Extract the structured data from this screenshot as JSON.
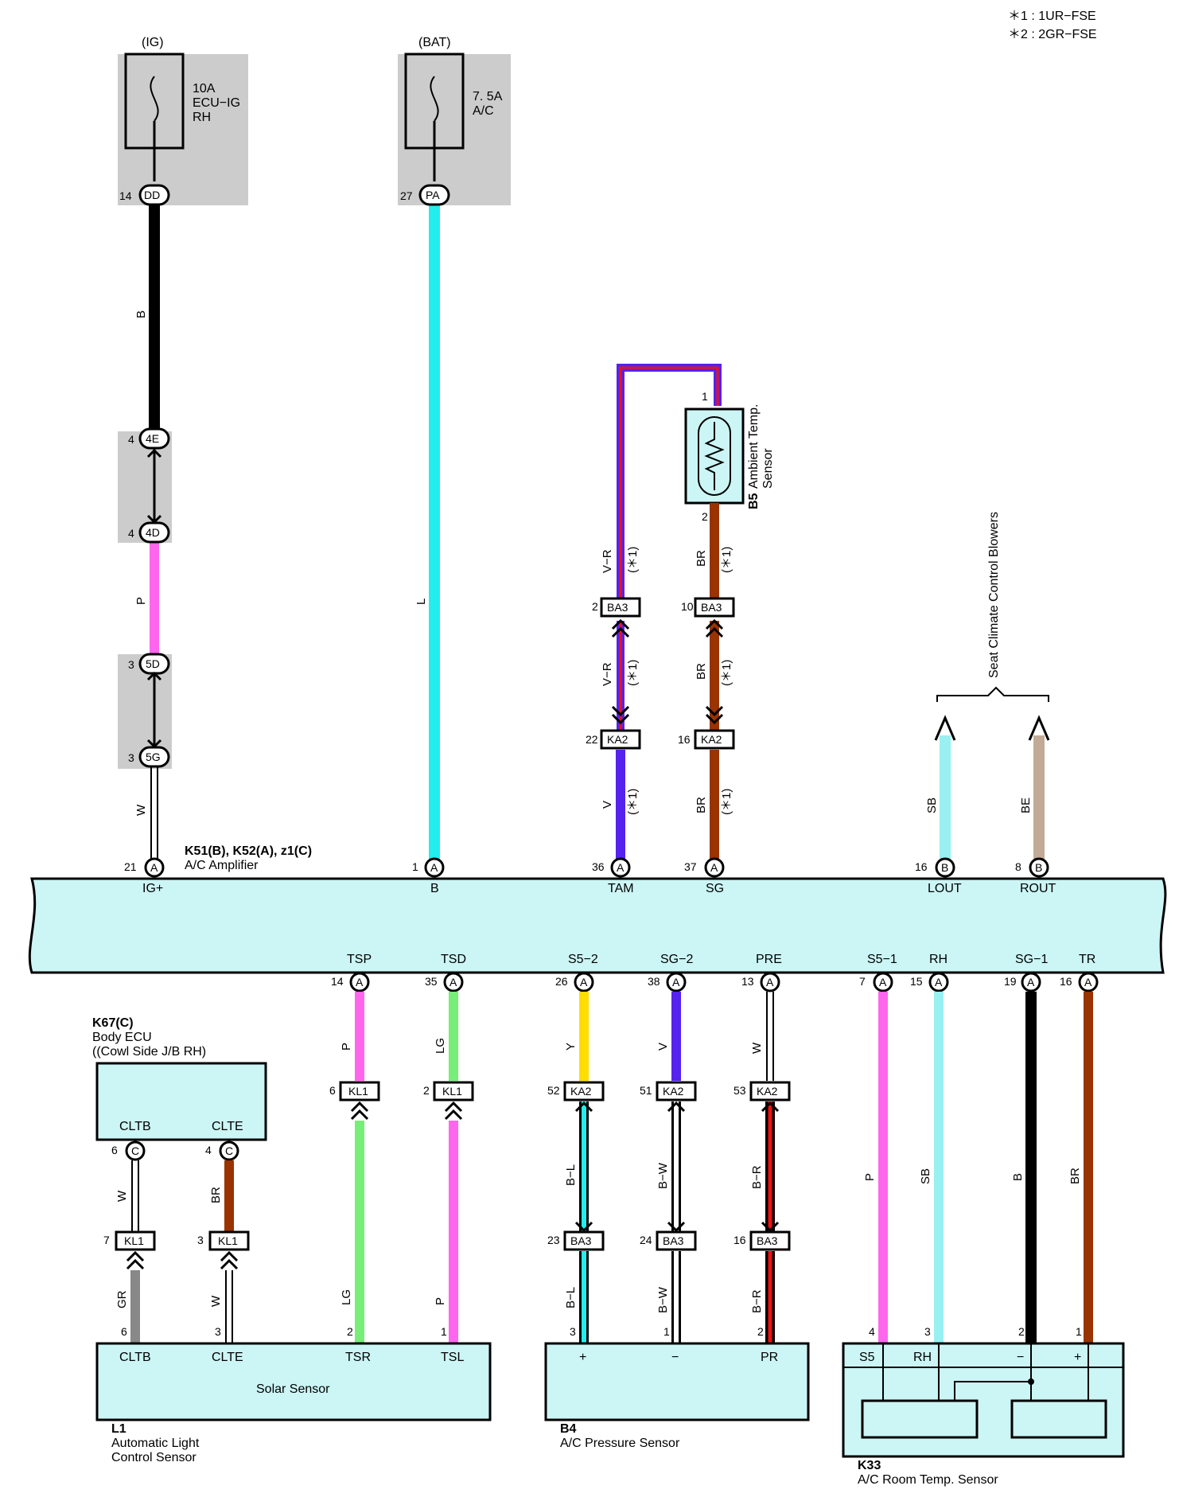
{
  "notes": [
    "＊1 : 1UR−FSE",
    "＊2 : 2GR−FSE"
  ],
  "fuses": [
    {
      "source": "(IG)",
      "rating": "10A",
      "name1": "ECU−IG",
      "name2": "RH",
      "pin": "14",
      "connector": "DD"
    },
    {
      "source": "(BAT)",
      "rating": "7. 5A",
      "name1": "A/C",
      "name2": "",
      "pin": "27",
      "connector": "PA"
    }
  ],
  "amplifier": {
    "ids": "K51(B), K52(A), z1(C)",
    "name": "A/C Amplifier",
    "top_pins": [
      {
        "num": "21",
        "conn": "A",
        "term": "IG+"
      },
      {
        "num": "1",
        "conn": "A",
        "term": "B"
      },
      {
        "num": "36",
        "conn": "A",
        "term": "TAM"
      },
      {
        "num": "37",
        "conn": "A",
        "term": "SG"
      },
      {
        "num": "16",
        "conn": "B",
        "term": "LOUT"
      },
      {
        "num": "8",
        "conn": "B",
        "term": "ROUT"
      }
    ],
    "bottom_pins": [
      {
        "num": "14",
        "conn": "A",
        "term": "TSP"
      },
      {
        "num": "35",
        "conn": "A",
        "term": "TSD"
      },
      {
        "num": "26",
        "conn": "A",
        "term": "S5−2"
      },
      {
        "num": "38",
        "conn": "A",
        "term": "SG−2"
      },
      {
        "num": "13",
        "conn": "A",
        "term": "PRE"
      },
      {
        "num": "7",
        "conn": "A",
        "term": "S5−1"
      },
      {
        "num": "15",
        "conn": "A",
        "term": "RH"
      },
      {
        "num": "19",
        "conn": "A",
        "term": "SG−1"
      },
      {
        "num": "16",
        "conn": "A",
        "term": "TR"
      }
    ]
  },
  "ig_junctions": [
    {
      "pin": "4",
      "conn": "4E"
    },
    {
      "pin": "4",
      "conn": "4D"
    },
    {
      "pin": "3",
      "conn": "5D"
    },
    {
      "pin": "3",
      "conn": "5G"
    }
  ],
  "wire_colors": {
    "ig_b": "B",
    "ig_p": "P",
    "ig_w": "W",
    "bat_l": "L",
    "tam_vr": "V−R",
    "tam_v": "V",
    "sg_br": "BR",
    "lout": "SB",
    "rout": "BE",
    "tsp_p": "P",
    "tsp_lg": "LG",
    "tsd_lg": "LG",
    "tsd_p": "P",
    "s52_y": "Y",
    "s52_bl": "B−L",
    "sg2_v": "V",
    "sg2_bw": "B−W",
    "pre_w": "W",
    "pre_br": "B−R",
    "s51_p": "P",
    "rh_sb": "SB",
    "sg1_b": "B",
    "tr_br": "BR",
    "cltb_w": "W",
    "cltb_gr": "GR",
    "clte_br": "BR",
    "clte_w": "W"
  },
  "option_mark": "(＊1)",
  "ambient_sensor": {
    "id": "B5",
    "name1": "Ambient Temp.",
    "name2": "Sensor",
    "pin1": "1",
    "pin2": "2"
  },
  "connectors": {
    "ba3_tam": {
      "pin": "2",
      "name": "BA3"
    },
    "ba3_sg": {
      "pin": "10",
      "name": "BA3"
    },
    "ka2_tam": {
      "pin": "22",
      "name": "KA2"
    },
    "ka2_sg": {
      "pin": "16",
      "name": "KA2"
    },
    "kl1_tsp": {
      "pin": "6",
      "name": "KL1"
    },
    "kl1_tsd": {
      "pin": "2",
      "name": "KL1"
    },
    "ka2_s52": {
      "pin": "52",
      "name": "KA2"
    },
    "ka2_sg2": {
      "pin": "51",
      "name": "KA2"
    },
    "ka2_pre": {
      "pin": "53",
      "name": "KA2"
    },
    "ba3_s52": {
      "pin": "23",
      "name": "BA3"
    },
    "ba3_sg2": {
      "pin": "24",
      "name": "BA3"
    },
    "ba3_pre": {
      "pin": "16",
      "name": "BA3"
    },
    "kl1_cltb": {
      "pin": "7",
      "name": "KL1"
    },
    "kl1_clte": {
      "pin": "3",
      "name": "KL1"
    }
  },
  "seat_blowers": "Seat Climate Control Blowers",
  "body_ecu": {
    "id": "K67(C)",
    "name1": "Body ECU",
    "name2": "((Cowl Side J/B RH)",
    "t1": "CLTB",
    "t2": "CLTE",
    "p1": "6",
    "p2": "4",
    "c": "C"
  },
  "solar": {
    "name": "Solar Sensor",
    "id": "L1",
    "desc1": "Automatic Light",
    "desc2": "Control Sensor",
    "pins": [
      {
        "num": "6",
        "term": "CLTB"
      },
      {
        "num": "3",
        "term": "CLTE"
      },
      {
        "num": "2",
        "term": "TSR"
      },
      {
        "num": "1",
        "term": "TSL"
      }
    ]
  },
  "pressure": {
    "id": "B4",
    "name": "A/C Pressure Sensor",
    "pins": [
      {
        "num": "3",
        "term": "+"
      },
      {
        "num": "1",
        "term": "−"
      },
      {
        "num": "2",
        "term": "PR"
      }
    ]
  },
  "room": {
    "id": "K33",
    "name": "A/C Room Temp.  Sensor",
    "pins": [
      {
        "num": "4",
        "term": "S5"
      },
      {
        "num": "3",
        "term": "RH"
      },
      {
        "num": "2",
        "term": "−"
      },
      {
        "num": "1",
        "term": "+"
      }
    ]
  },
  "colors": {
    "black": "#000000",
    "pink": "#ff66ee",
    "white": "#ffffff",
    "cyan": "#22eeee",
    "violet": "#5522ee",
    "red": "#ee1111",
    "brown": "#993300",
    "skyblue": "#99f0f0",
    "beige": "#c2aa96",
    "lightgreen": "#77ee77",
    "yellow": "#ffdd00",
    "gray": "#888888",
    "panel": "#cccccc",
    "box": "#ccf5f5"
  }
}
